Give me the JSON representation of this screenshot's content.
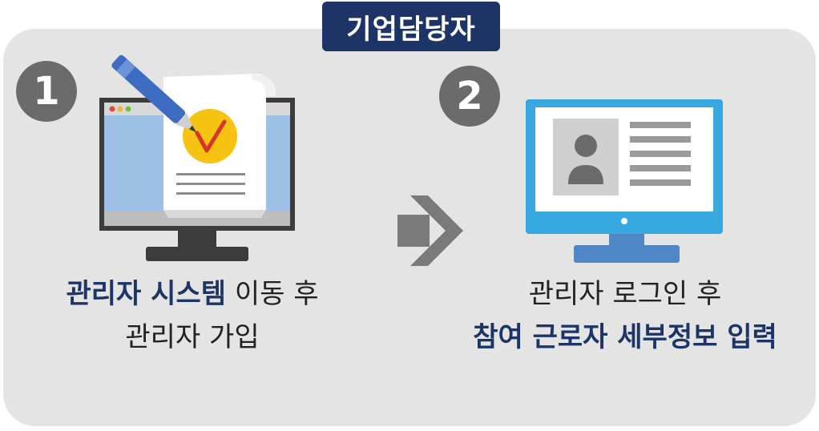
{
  "header": {
    "title": "기업담당자"
  },
  "steps": [
    {
      "number": "1",
      "line1_highlight": "관리자 시스템",
      "line1_rest": " 이동 후",
      "line2": "관리자 가입"
    },
    {
      "number": "2",
      "line1": "관리자 로그인 후",
      "line2_highlight": "참여 근로자 세부정보 입력"
    }
  ],
  "colors": {
    "brand_navy": "#1d3566",
    "panel_bg": "#e4e4e4",
    "step_badge": "#6b6b6b",
    "monitor_blue": "#38a9e0",
    "check_yellow": "#f6c313",
    "check_red": "#d9342b"
  },
  "icons": [
    "document-pen-monitor-icon",
    "arrow-right-icon",
    "profile-monitor-icon"
  ]
}
